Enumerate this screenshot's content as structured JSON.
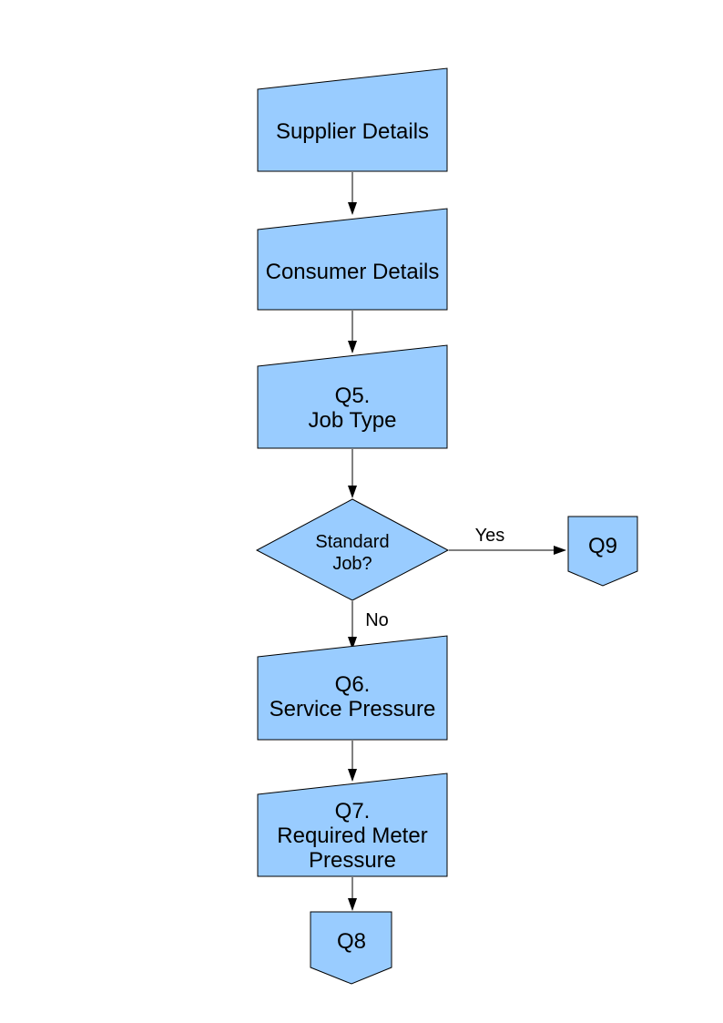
{
  "page": {
    "background": "#ffffff"
  },
  "flowchart": {
    "style": {
      "node_fill": "#99ccff",
      "node_stroke": "#000000",
      "connector_color": "#000000",
      "text_color": "#000000"
    },
    "nodes": {
      "supplier_details": {
        "type": "manual-input",
        "lines": [
          "Supplier Details"
        ]
      },
      "consumer_details": {
        "type": "manual-input",
        "lines": [
          "Consumer Details"
        ]
      },
      "q5_job_type": {
        "type": "manual-input",
        "lines": [
          "Q5.",
          "Job Type"
        ]
      },
      "standard_job_decision": {
        "type": "decision",
        "lines": [
          "Standard",
          "Job?"
        ]
      },
      "q9_connector": {
        "type": "off-page-connector",
        "lines": [
          "Q9"
        ]
      },
      "q6_service_pressure": {
        "type": "manual-input",
        "lines": [
          "Q6.",
          "Service Pressure"
        ]
      },
      "q7_required_meter_pressure": {
        "type": "manual-input",
        "lines": [
          "Q7.",
          "Required Meter",
          "Pressure"
        ]
      },
      "q8_connector": {
        "type": "off-page-connector",
        "lines": [
          "Q8"
        ]
      }
    },
    "edge_labels": {
      "yes": "Yes",
      "no": "No"
    }
  }
}
